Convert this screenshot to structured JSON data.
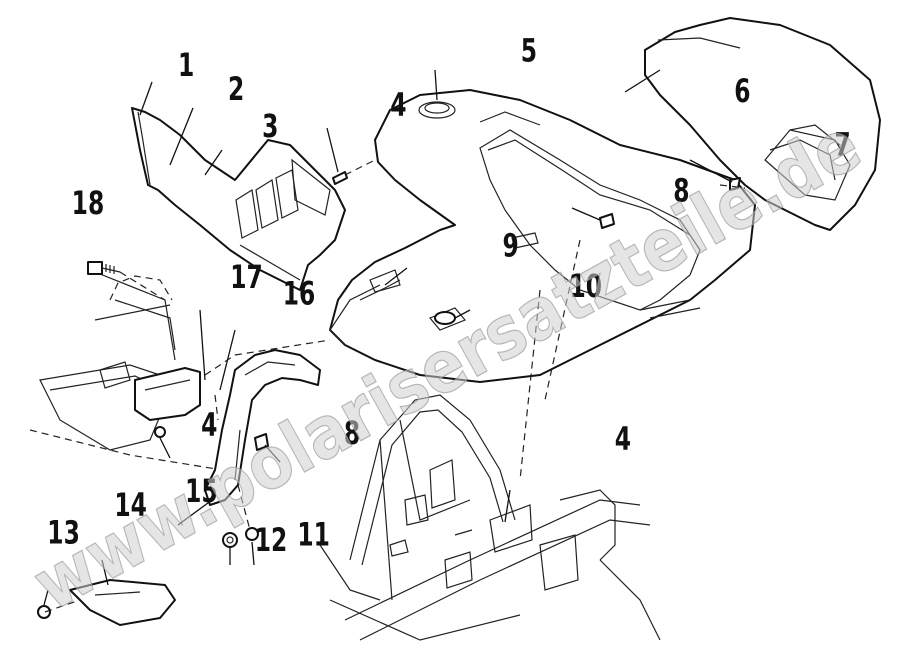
{
  "callouts": [
    "1",
    "2",
    "3",
    "4",
    "4",
    "4",
    "5",
    "6",
    "7",
    "8",
    "8",
    "9",
    "10",
    "11",
    "12",
    "13",
    "14",
    "15",
    "16",
    "17",
    "18"
  ],
  "watermark": "www.polarisersatzteile.de",
  "colors": {
    "line": "#111111",
    "paper": "#ffffff",
    "watermark": "#bdbdbd"
  }
}
